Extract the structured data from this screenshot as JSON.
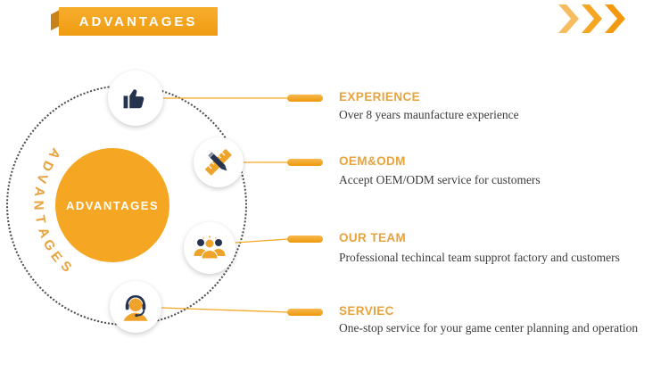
{
  "colors": {
    "accent": "#F5A623",
    "accent_dark": "#C8821A",
    "navy": "#26334F",
    "title_text": "#E8A33D",
    "body_text": "#3C3C3C"
  },
  "header": {
    "ribbon_label": "ADVANTAGES"
  },
  "hub": {
    "center_label": "ADVANTAGES",
    "arc_text": "ADVANTAGES"
  },
  "items": [
    {
      "icon": "thumbs-up-icon",
      "title": "EXPERIENCE",
      "description": "Over 8 years maunfacture experience"
    },
    {
      "icon": "ruler-pencil-icon",
      "title": "OEM&ODM",
      "description": "Accept OEM/ODM service for customers"
    },
    {
      "icon": "team-icon",
      "title": "OUR TEAM",
      "description": "Professional techincal team supprot factory and customers"
    },
    {
      "icon": "headset-icon",
      "title": "SERVIEC",
      "description": "One-stop service for your game center planning and operation"
    }
  ]
}
